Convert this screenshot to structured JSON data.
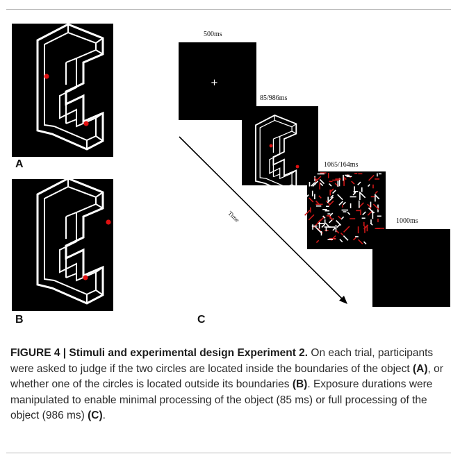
{
  "panels": {
    "a_label": "A",
    "b_label": "B",
    "c_label": "C"
  },
  "sequence": {
    "fixation_duration": "500ms",
    "stimulus_duration": "85/986ms",
    "mask_duration": "1065/164ms",
    "blank_duration": "1000ms",
    "time_axis_label": "Time",
    "fixation_symbol": "+"
  },
  "caption": {
    "figure_label": "FIGURE 4 | Stimuli and experimental design Experiment 2.",
    "text_1": " On each trial, participants were asked to judge if the two circles are located inside the boundaries of the object ",
    "ref_a": "(A)",
    "text_2": ", or whether one of the circles is located outside its boundaries ",
    "ref_b": "(B)",
    "text_3": ". Exposure durations were manipulated to enable minimal processing of the object (85 ms) or full processing of the object (986 ms) ",
    "ref_c": "(C)",
    "text_4": "."
  },
  "colors": {
    "stimulus_background": "#000000",
    "object_outline": "#ffffff",
    "target_dot": "#e01010",
    "mask_red": "#d01818"
  }
}
